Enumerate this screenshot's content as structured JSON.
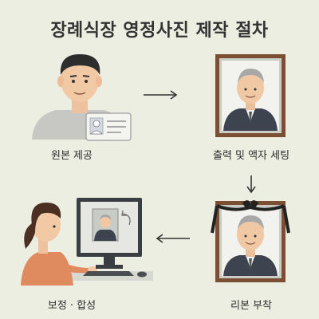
{
  "title": "장례식장 영정사진 제작 절차",
  "steps": [
    {
      "label": "원본 제공"
    },
    {
      "label": "출력 및 액자 세팅"
    },
    {
      "label": "리본 부착"
    },
    {
      "label": "보정 · 합성"
    }
  ],
  "colors": {
    "background": "#eceee2",
    "frame": "#7a4f34",
    "suit": "#3d4450",
    "skin": "#f1c9a5",
    "shirt_gray": "#c7c7c4",
    "ribbon": "#222222"
  }
}
